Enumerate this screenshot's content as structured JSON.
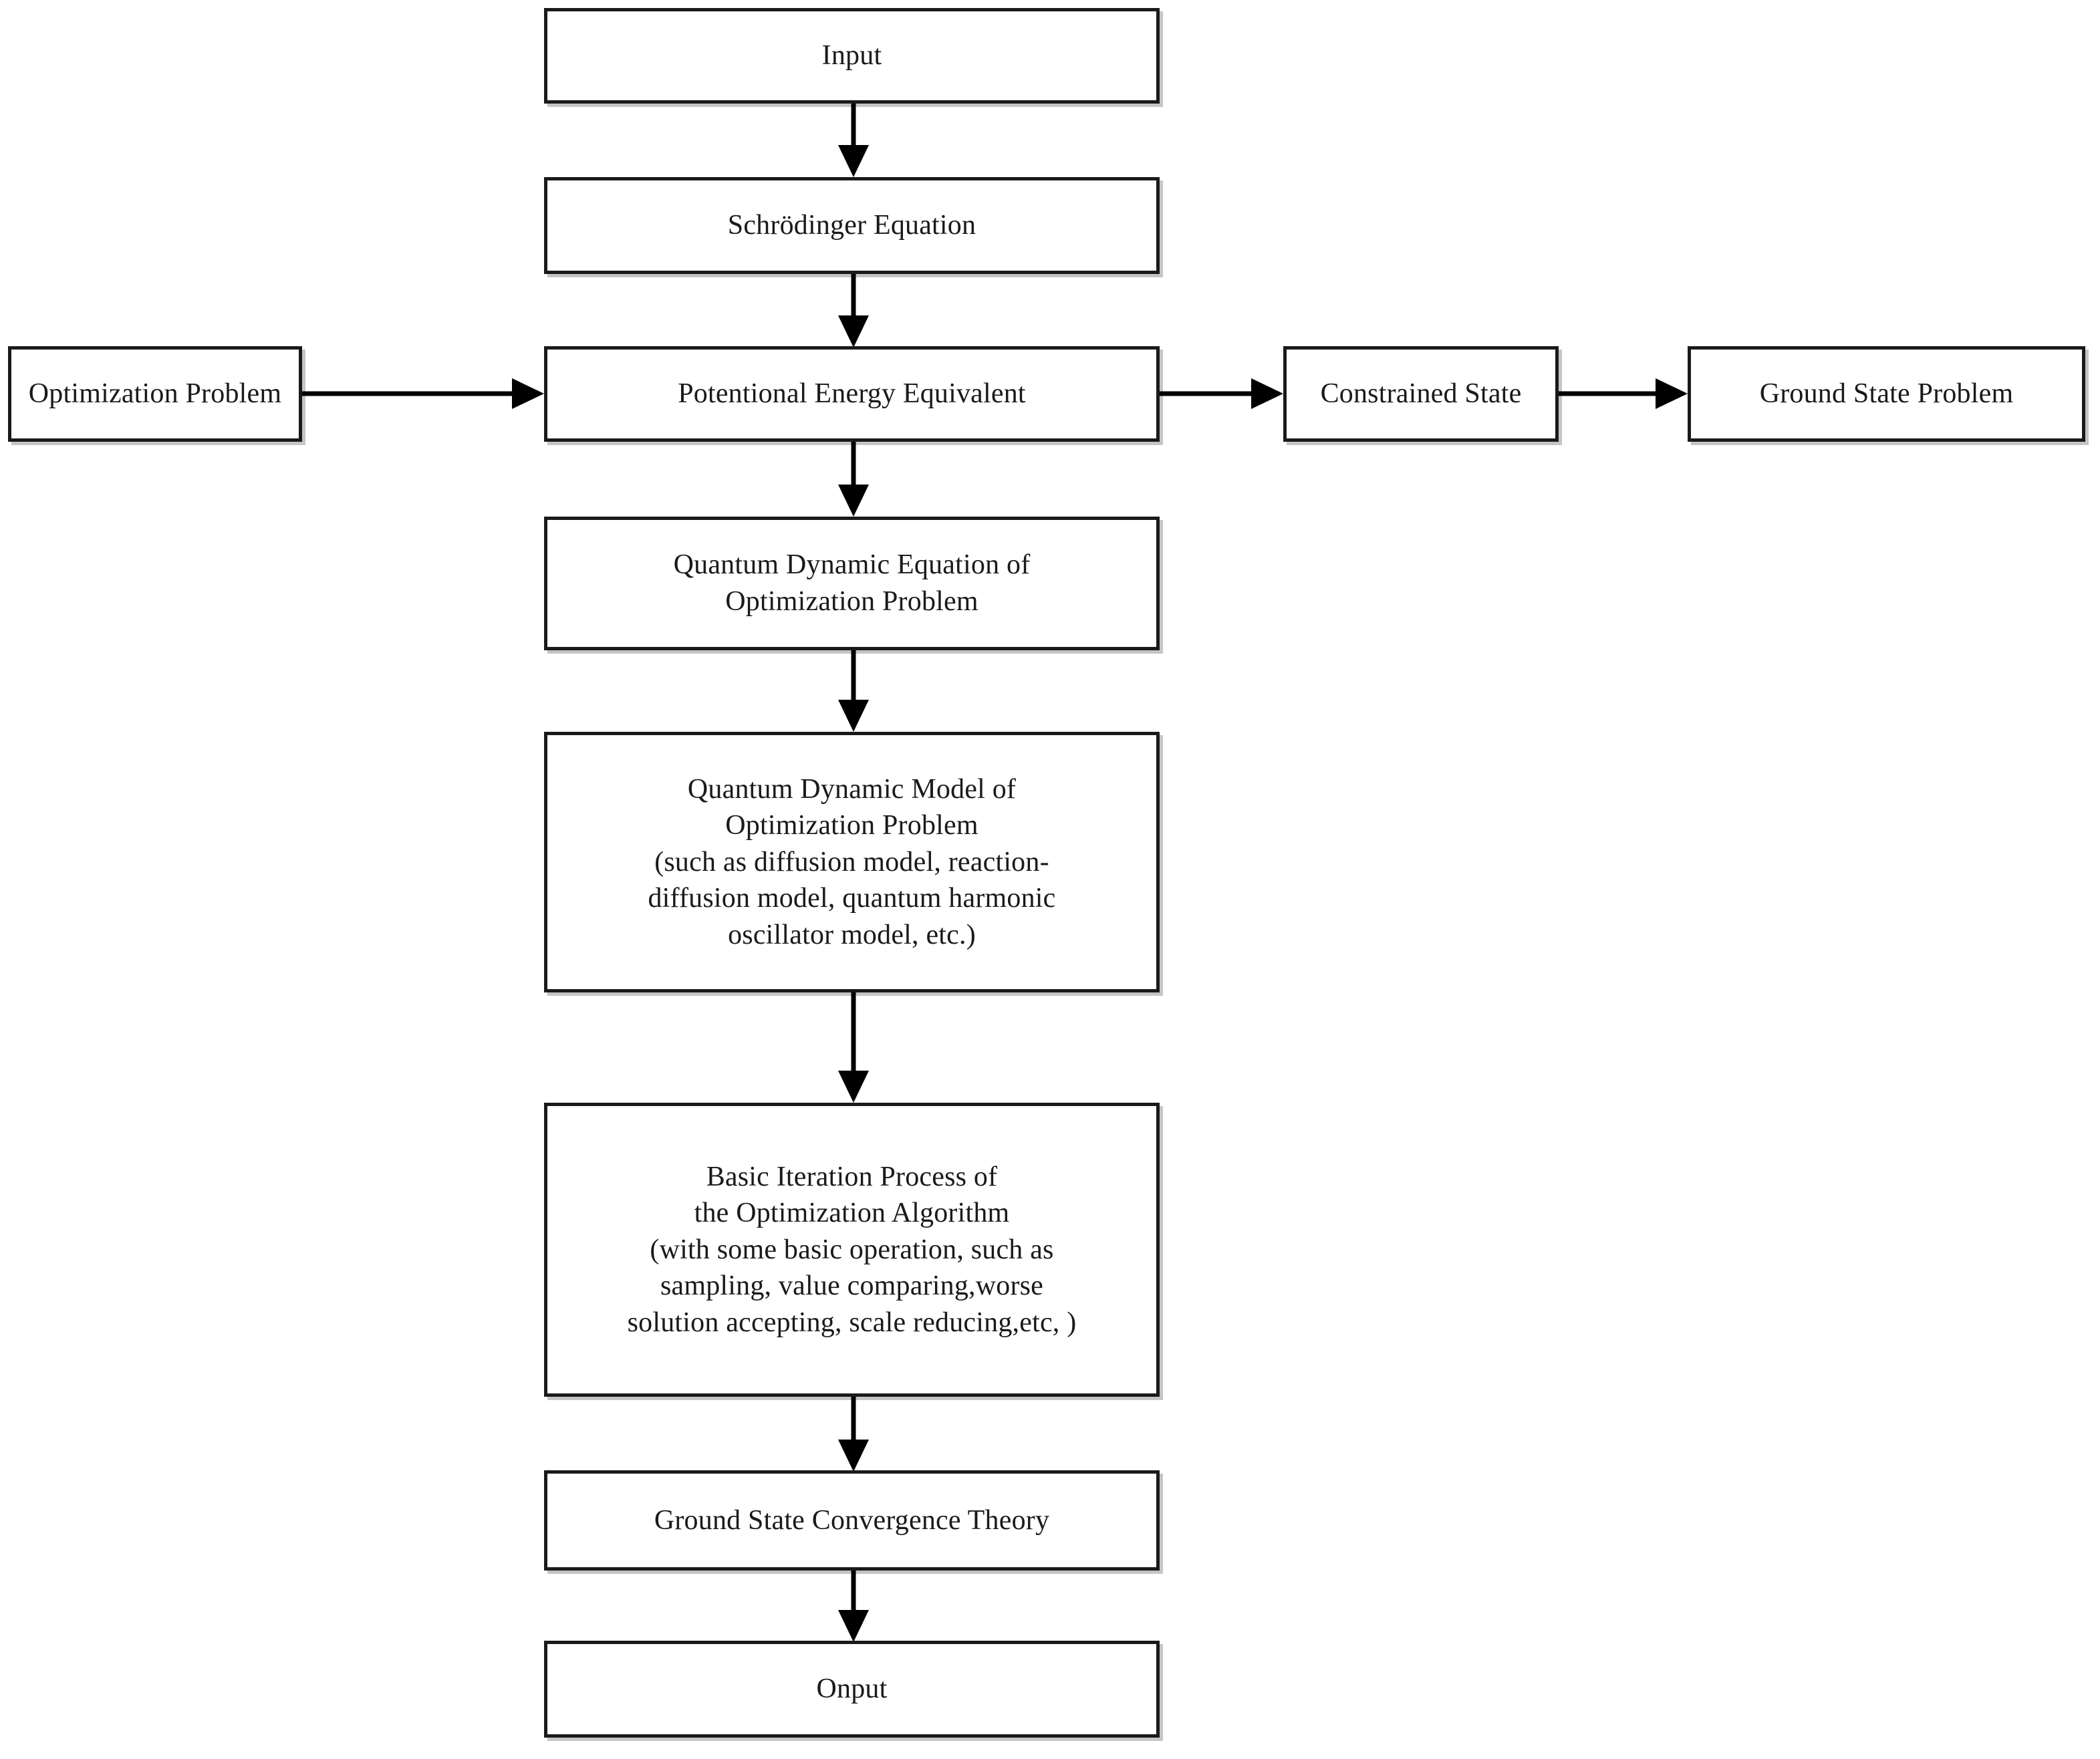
{
  "diagram": {
    "type": "flowchart",
    "background_color": "#ffffff",
    "border_color": "#1a1a1a",
    "arrow_color": "#000000",
    "text_color": "#1a1a1a",
    "nodes": {
      "input": {
        "label": "Input"
      },
      "schrodinger_equation": {
        "label": "Schrödinger Equation"
      },
      "optimization_problem": {
        "label": "Optimization Problem"
      },
      "potential_energy_equivalent": {
        "label": "Potentional Energy Equivalent"
      },
      "constrained_state": {
        "label": "Constrained State"
      },
      "ground_state_problem": {
        "label": "Ground State Problem"
      },
      "quantum_dynamic_equation": {
        "label": "Quantum Dynamic Equation of\nOptimization Problem"
      },
      "quantum_dynamic_model": {
        "label": "Quantum Dynamic Model of\nOptimization Problem\n(such as diffusion model, reaction-\ndiffusion model, quantum harmonic\noscillator model, etc.)"
      },
      "basic_iteration_process": {
        "label": "Basic Iteration Process of\nthe Optimization Algorithm\n(with some basic operation, such as\nsampling, value comparing,worse\nsolution accepting, scale reducing,etc, )"
      },
      "ground_state_convergence_theory": {
        "label": "Ground State Convergence Theory"
      },
      "output": {
        "label": "Onput"
      }
    },
    "edges": [
      {
        "id": "input-to-schrodinger",
        "from": "input",
        "to": "schrodinger_equation",
        "direction": "down"
      },
      {
        "id": "schrodinger-to-potential",
        "from": "schrodinger_equation",
        "to": "potential_energy_equivalent",
        "direction": "down"
      },
      {
        "id": "optimization-to-potential",
        "from": "optimization_problem",
        "to": "potential_energy_equivalent",
        "direction": "right"
      },
      {
        "id": "potential-to-constrained",
        "from": "potential_energy_equivalent",
        "to": "constrained_state",
        "direction": "right"
      },
      {
        "id": "constrained-to-ground-state",
        "from": "constrained_state",
        "to": "ground_state_problem",
        "direction": "right"
      },
      {
        "id": "potential-to-quantum-equation",
        "from": "potential_energy_equivalent",
        "to": "quantum_dynamic_equation",
        "direction": "down"
      },
      {
        "id": "quantum-equation-to-model",
        "from": "quantum_dynamic_equation",
        "to": "quantum_dynamic_model",
        "direction": "down"
      },
      {
        "id": "model-to-iteration",
        "from": "quantum_dynamic_model",
        "to": "basic_iteration_process",
        "direction": "down"
      },
      {
        "id": "iteration-to-convergence",
        "from": "basic_iteration_process",
        "to": "ground_state_convergence_theory",
        "direction": "down"
      },
      {
        "id": "convergence-to-output",
        "from": "ground_state_convergence_theory",
        "to": "output",
        "direction": "down"
      }
    ]
  }
}
